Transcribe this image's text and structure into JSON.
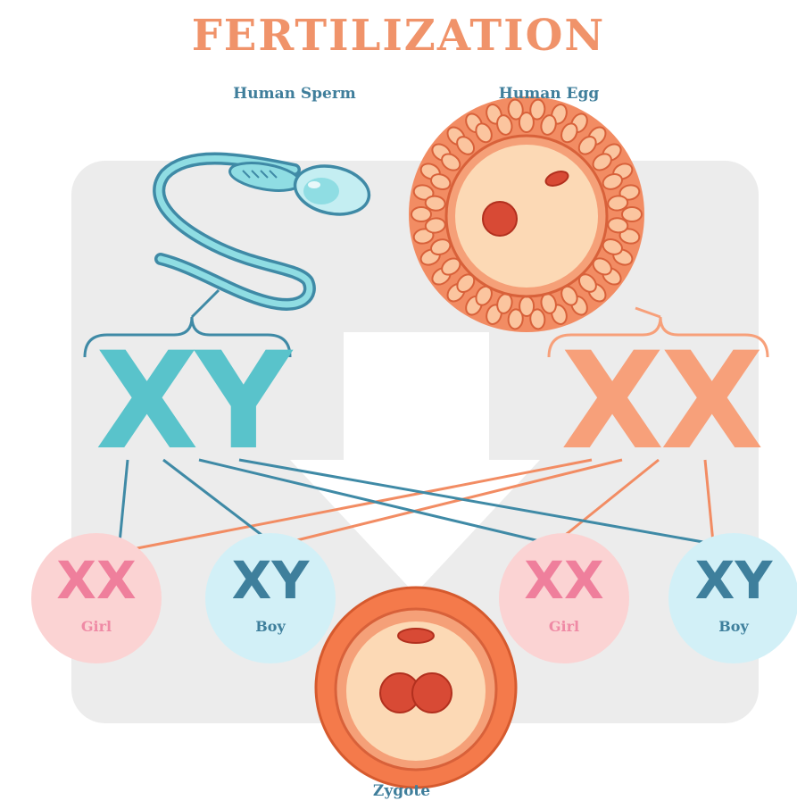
{
  "title": "FERTILIZATION",
  "sperm_label": "Human Sperm",
  "egg_label": "Human Egg",
  "sperm_chromosomes": "XY",
  "egg_chromosomes": "XX",
  "outcomes": [
    {
      "chromosomes": "XX",
      "label": "Girl"
    },
    {
      "chromosomes": "XY",
      "label": "Boy"
    },
    {
      "chromosomes": "XX",
      "label": "Girl"
    },
    {
      "chromosomes": "XY",
      "label": "Boy"
    }
  ],
  "zygote_label": "Zygote",
  "colors": {
    "title": "#f0936a",
    "label_text": "#3f7e9b",
    "sperm_teal": "#59c3cb",
    "egg_orange": "#f7a07a",
    "girl_pink": "#ef7f9c",
    "girl_bg": "#fbd3d3",
    "boy_blue": "#3e7f9c",
    "boy_bg": "#d2f0f7",
    "panel_grey": "#ececec"
  }
}
